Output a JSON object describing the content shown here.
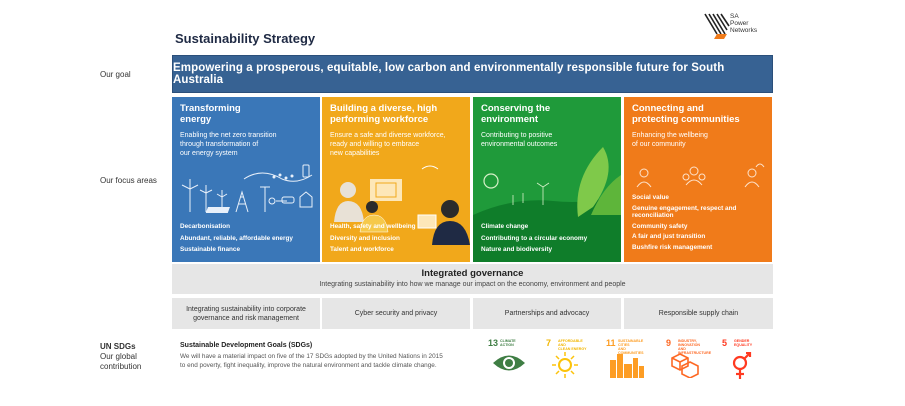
{
  "header": {
    "title": "Sustainability Strategy",
    "logo_text": [
      "SA",
      "Power",
      "Networks"
    ]
  },
  "labels": {
    "goal": "Our goal",
    "focus": "Our focus areas",
    "sdgs": [
      "UN SDGs",
      "Our global",
      "contribution"
    ]
  },
  "goal": "Empowering a prosperous, equitable, low carbon and environmentally responsible future for South Australia",
  "focus_areas": [
    {
      "title": [
        "Transforming",
        "energy"
      ],
      "subtitle": [
        "Enabling the net zero transition",
        "through transformation of",
        "our energy system"
      ],
      "items": [
        "Decarbonisation",
        "Abundant, reliable, affordable energy",
        "Sustainable finance"
      ],
      "color": "#3a77b8"
    },
    {
      "title": [
        "Building a diverse, high",
        "performing workforce"
      ],
      "subtitle": [
        "Ensure a safe and diverse workforce,",
        "ready and willing to embrace",
        "new capabilities"
      ],
      "items": [
        "Health, safety and wellbeing",
        "Diversity and inclusion",
        "Talent and workforce"
      ],
      "color": "#f1a81b"
    },
    {
      "title": [
        "Conserving the",
        "environment"
      ],
      "subtitle": [
        "Contributing to positive",
        "environmental outcomes"
      ],
      "items": [
        "Climate change",
        "Contributing to a circular economy",
        "Nature and biodiversity"
      ],
      "color": "#1f9a3a"
    },
    {
      "title": [
        "Connecting and",
        "protecting communities"
      ],
      "subtitle": [
        "Enhancing the wellbeing",
        "of our community"
      ],
      "items": [
        "Social value",
        "Genuine engagement, respect and",
        "reconciliation",
        "Community safety",
        "A fair and just transition",
        "Bushfire risk management"
      ],
      "color": "#f07b1a"
    }
  ],
  "governance": {
    "title": "Integrated governance",
    "subtitle": "Integrating sustainability into how we manage our impact on the economy, environment and people"
  },
  "pillars": [
    [
      "Integrating sustainability into corporate",
      "governance and risk management"
    ],
    [
      "Cyber security and privacy"
    ],
    [
      "Partnerships and advocacy"
    ],
    [
      "Responsible supply chain"
    ]
  ],
  "sdg_section": {
    "title": "Sustainable Development Goals (SDGs)",
    "description": [
      "We will have a material impact on five of the 17 SDGs adopted by the United Nations in 2015",
      "to end poverty, fight inequality, improve the natural environment and tackle climate change."
    ]
  },
  "sdgs": [
    {
      "number": "13",
      "label": [
        "CLIMATE",
        "ACTION"
      ],
      "color": "#3f7e44",
      "icon": "eye-earth-icon"
    },
    {
      "number": "7",
      "label": [
        "AFFORDABLE AND",
        "CLEAN ENERGY"
      ],
      "color": "#fcc30b",
      "icon": "sun-icon"
    },
    {
      "number": "11",
      "label": [
        "SUSTAINABLE CITIES",
        "AND COMMUNITIES"
      ],
      "color": "#fd9d24",
      "icon": "city-icon"
    },
    {
      "number": "9",
      "label": [
        "INDUSTRY, INNOVATION",
        "AND INFRASTRUCTURE"
      ],
      "color": "#fd6925",
      "icon": "cubes-icon"
    },
    {
      "number": "5",
      "label": [
        "GENDER",
        "EQUALITY"
      ],
      "color": "#ff3a21",
      "icon": "gender-icon"
    }
  ]
}
